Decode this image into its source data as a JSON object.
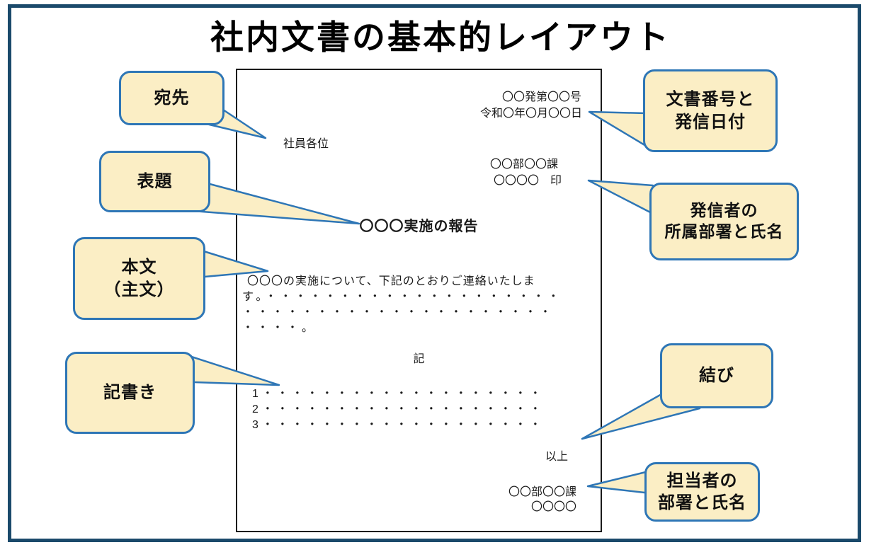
{
  "page": {
    "title": "社内文書の基本的レイアウト"
  },
  "colors": {
    "frame_border": "#1b4a6b",
    "callout_border": "#2e76b6",
    "callout_fill": "#fbeec5",
    "document_border": "#1a1a1a",
    "text": "#111111"
  },
  "document": {
    "doc_number": "〇〇発第〇〇号",
    "date": "令和〇年〇月〇〇日",
    "recipient": "社員各位",
    "sender_dept": "〇〇部〇〇課",
    "sender_name": "〇〇〇〇　印",
    "title": "〇〇〇実施の報告",
    "body_line1": "〇〇〇の実施について、下記のとおりご連絡いたしま",
    "body_line2": "す。・・・・・・・・・・・・・・・・・・・・",
    "body_line3": "・・・・・・・・・・・・・・・・・・・・・",
    "body_line4": "・・・・。",
    "ki_marker": "記",
    "item1": "1・・・・・・・・・・・・・・・・・・・",
    "item2": "2・・・・・・・・・・・・・・・・・・・",
    "item3": "3・・・・・・・・・・・・・・・・・・・",
    "closing": "以上",
    "contact_dept": "〇〇部〇〇課",
    "contact_name": "〇〇〇〇"
  },
  "callouts": {
    "atesaki": {
      "label": "宛先"
    },
    "hyodai": {
      "label": "表題"
    },
    "honbun": {
      "line1": "本文",
      "line2": "（主文）"
    },
    "kigaki": {
      "label": "記書き"
    },
    "bunsho_bango": {
      "line1": "文書番号と",
      "line2": "発信日付"
    },
    "hasshinsha": {
      "line1": "発信者の",
      "line2": "所属部署と氏名"
    },
    "musubi": {
      "label": "結び"
    },
    "tantosha": {
      "line1": "担当者の",
      "line2": "部署と氏名"
    }
  }
}
